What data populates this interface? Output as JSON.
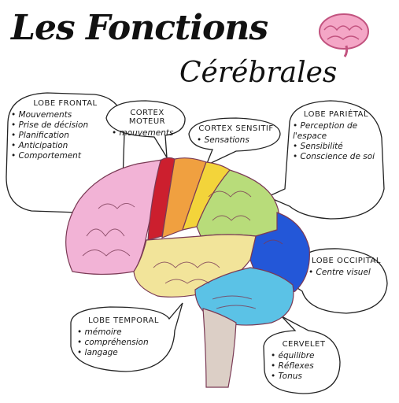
{
  "title": {
    "line1": "Les Fonctions",
    "line2": "Cérébrales"
  },
  "lobes": {
    "frontal": {
      "heading": "LOBE FRONTAL",
      "items": [
        "Mouvements",
        "Prise de décision",
        "Planification",
        "Anticipation",
        "Comportement"
      ]
    },
    "cortex_moteur": {
      "heading": "CORTEX MOTEUR",
      "items": [
        "mouvements"
      ]
    },
    "cortex_sensitif": {
      "heading": "CORTEX SENSITIF",
      "items": [
        "Sensations"
      ]
    },
    "parietal": {
      "heading": "LOBE PARIÉTAL",
      "items": [
        "Perception de l'espace",
        "Sensibilité",
        "Conscience de soi"
      ]
    },
    "occipital": {
      "heading": "LOBE OCCIPITAL",
      "items": [
        "Centre visuel"
      ]
    },
    "temporal": {
      "heading": "LOBE TEMPORAL",
      "items": [
        "mémoire",
        "compréhension",
        "langage"
      ]
    },
    "cervelet": {
      "heading": "CERVELET",
      "items": [
        "équilibre",
        "Réflexes",
        "Tonus"
      ]
    }
  },
  "colors": {
    "frontal": "#f2b3d6",
    "motor": "#cc1f2e",
    "orange": "#f0a040",
    "sensory": "#f3d43a",
    "parietal": "#b8dc7a",
    "occipital": "#2357d8",
    "temporal": "#f2e49a",
    "cerebellum": "#5bc2e6",
    "brainstem": "#dccfc6"
  },
  "icons": {
    "logo": "brain-icon"
  }
}
